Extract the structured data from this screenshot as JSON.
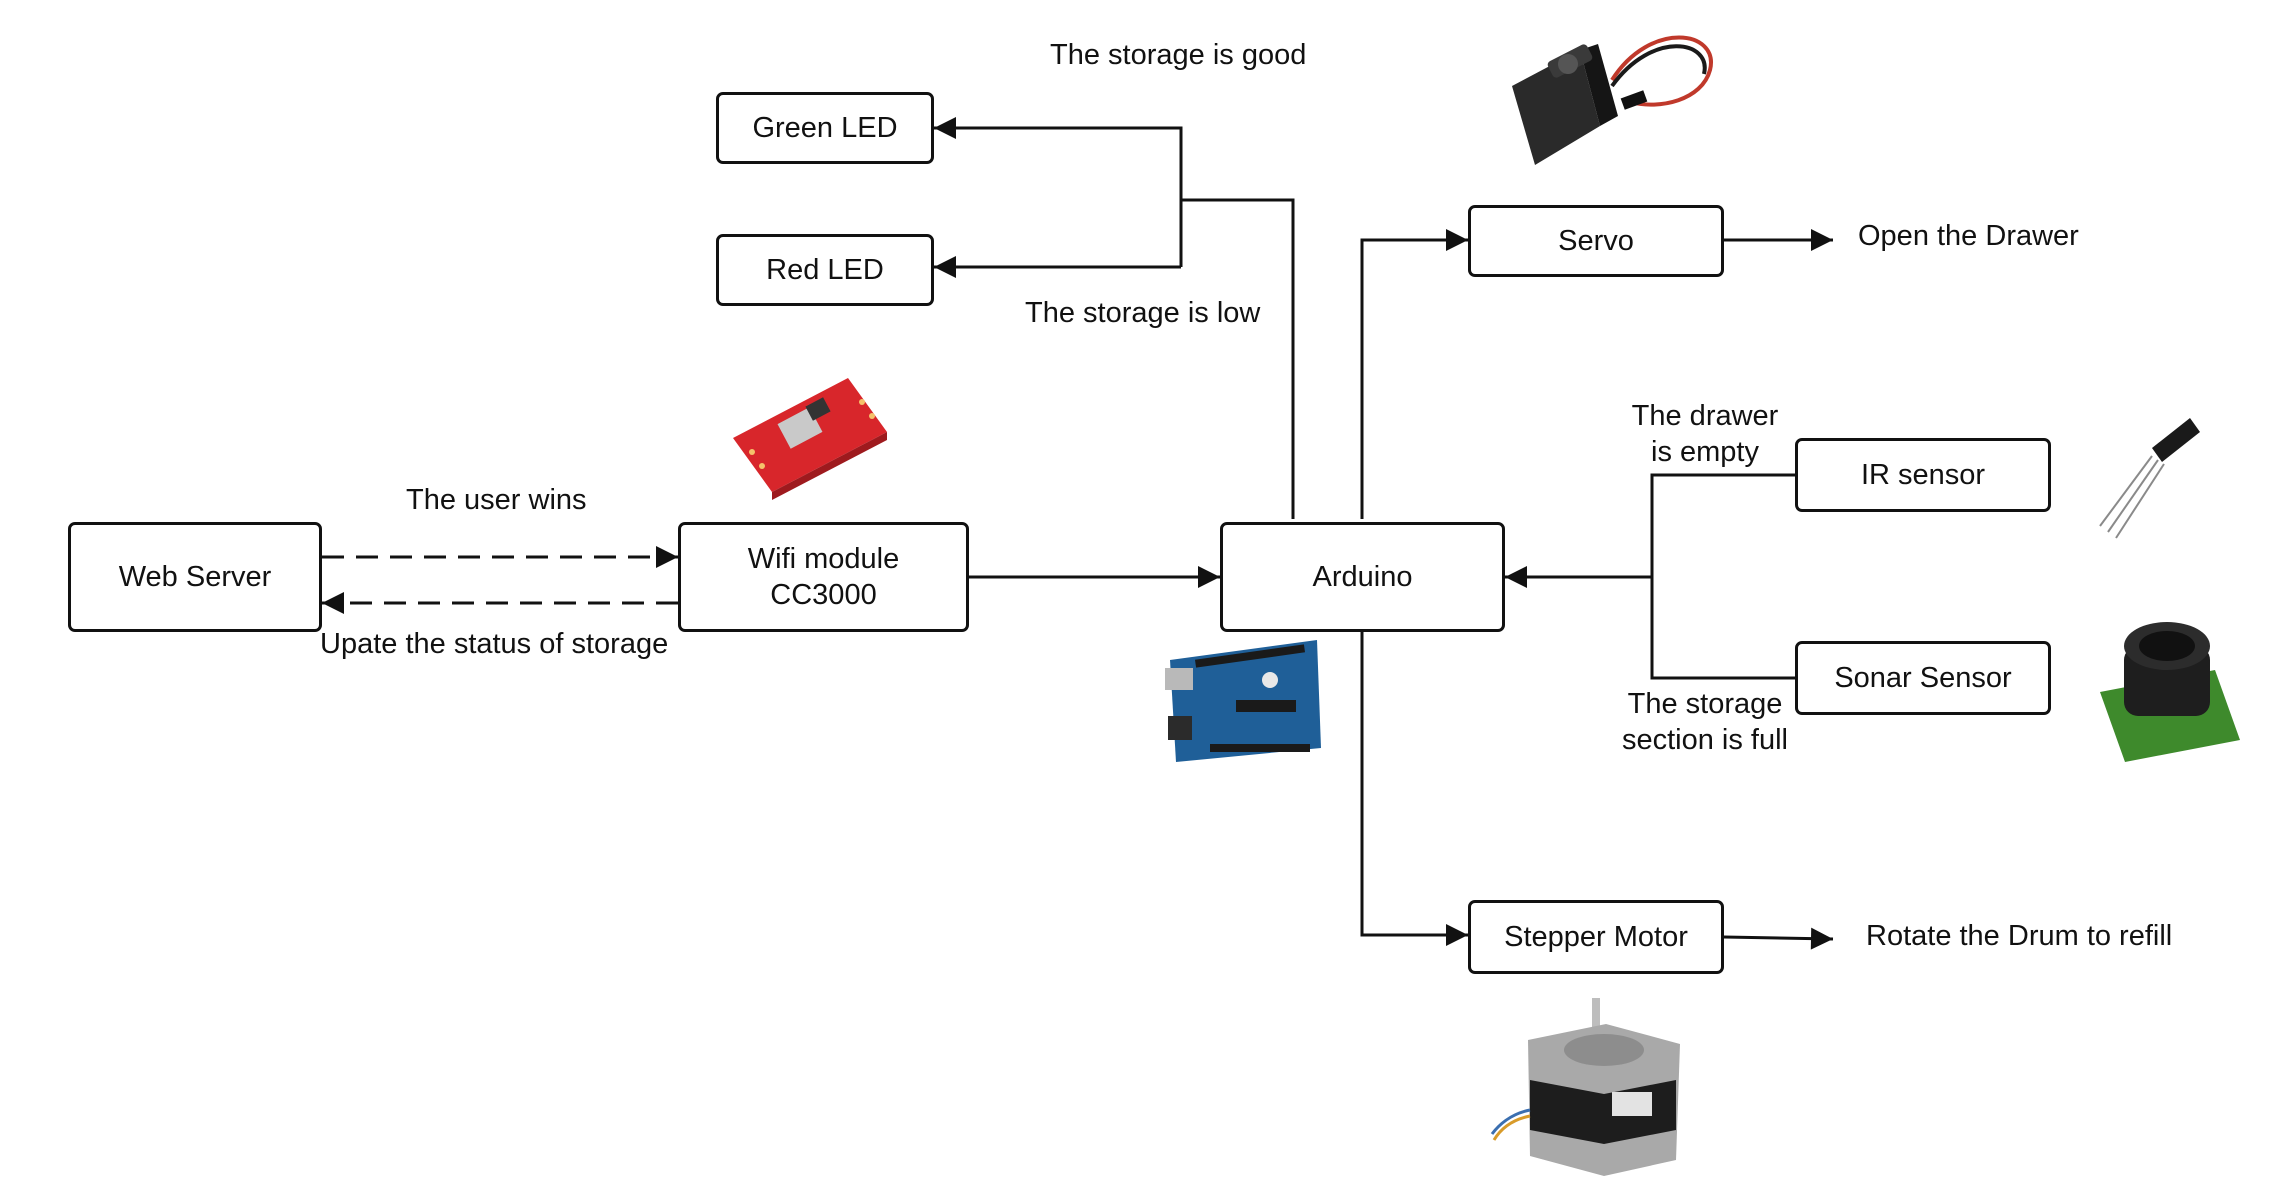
{
  "boxes": {
    "green_led": "Green LED",
    "red_led": "Red LED",
    "web_server": "Web Server",
    "wifi_line1": "Wifi module",
    "wifi_line2": "CC3000",
    "arduino": "Arduino",
    "servo": "Servo",
    "ir_sensor": "IR sensor",
    "sonar_sensor": "Sonar Sensor",
    "stepper_motor": "Stepper Motor"
  },
  "labels": {
    "storage_good": "The storage is good",
    "storage_low": "The storage is low",
    "user_wins": "The user wins",
    "update_status": "Upate the status of storage",
    "open_drawer": "Open the Drawer",
    "drawer_empty_1": "The drawer",
    "drawer_empty_2": "is empty",
    "storage_full_1": "The storage",
    "storage_full_2": "section is full",
    "rotate_drum": "Rotate the Drum to refill"
  },
  "images": {
    "servo": "servo-motor-photo",
    "wifi": "wifi-module-board-photo",
    "arduino": "arduino-board-photo",
    "ir": "ir-sensor-photo",
    "sonar": "sonar-sensor-photo",
    "stepper": "stepper-motor-photo"
  },
  "colors": {
    "line": "#111111",
    "wifi_board": "#d8262b",
    "arduino_board": "#1f5f98",
    "sonar_board": "#3e8a2c",
    "metal": "#a9a9a9"
  }
}
